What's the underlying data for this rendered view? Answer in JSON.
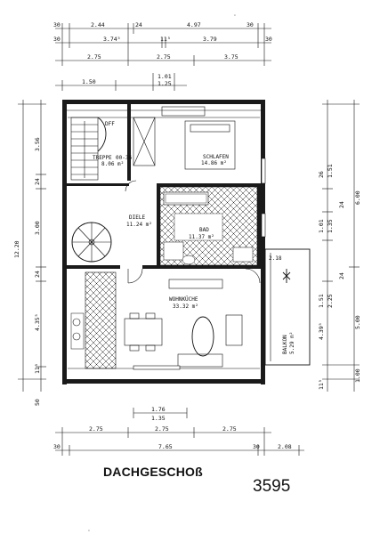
{
  "drawing": {
    "title": "DACHGESCHOß",
    "number": "3595"
  },
  "rooms": {
    "treppe_name": "TREPPE",
    "treppe_code": "00-36",
    "treppe_area": "8.06 m²",
    "dff": "DFF",
    "schlafen_name": "SCHLAFEN",
    "schlafen_area": "14.86 m²",
    "diele_name": "DIELE",
    "diele_area": "11.24 m²",
    "bad_name": "BAD",
    "bad_area": "11.37 m²",
    "wohnkueche_name": "WOHNKÜCHE",
    "wohnkueche_area": "33.32 m²",
    "balkon_name": "BALKON",
    "balkon_area": "5.29 m²",
    "dim_218": "2.18"
  },
  "dims_top": {
    "r1": [
      "30",
      "2.44",
      "24",
      "4.97",
      "30"
    ],
    "r2": [
      "30",
      "3.74⁵",
      "11⁵",
      "3.79",
      "30"
    ],
    "r3": [
      "2.75",
      "2.75",
      "3.75"
    ],
    "r4a": "1.50",
    "r4b": "1.01",
    "r4c": "1.25"
  },
  "dims_bottom": {
    "b1": "1.76",
    "b2": "1.35",
    "b3": [
      "2.75",
      "2.75",
      "2.75"
    ],
    "b4": [
      "30",
      "7.65",
      "30",
      "2.08"
    ]
  },
  "dims_left": {
    "total": "12.20",
    "segs": [
      "3.56",
      "24",
      "3.00",
      "24",
      "4.35⁵",
      "11⁵",
      "50"
    ]
  },
  "dims_right": {
    "inner": [
      "26",
      "1.51",
      "1.01",
      "1.35",
      "1.51",
      "2.25",
      "4.39⁵",
      "11⁵"
    ],
    "outer": [
      "6.00",
      "24",
      "24",
      "5.00",
      "1.00"
    ]
  }
}
